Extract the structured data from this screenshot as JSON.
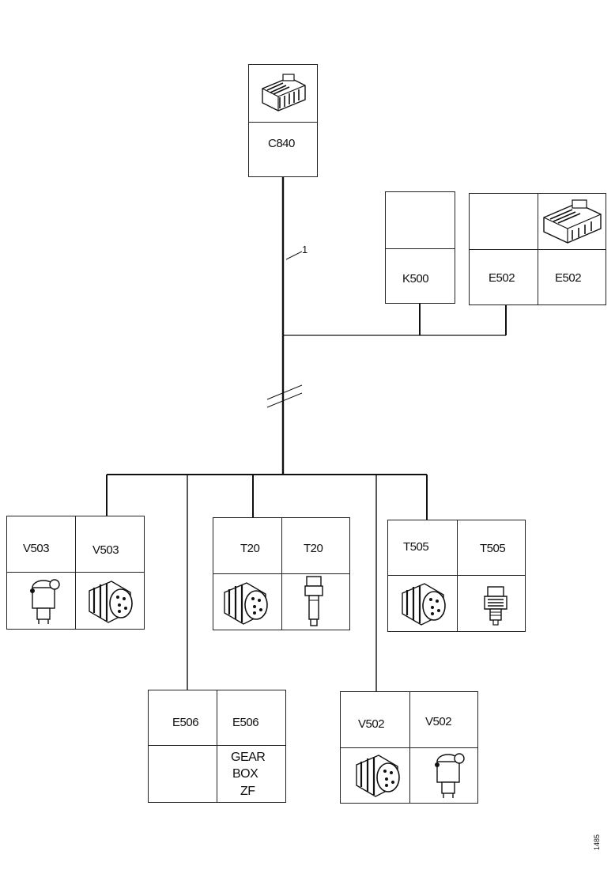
{
  "wiring": {
    "callout": "1"
  },
  "top_connector": {
    "label": "C840",
    "icon": "connector-block-icon"
  },
  "k500": {
    "label": "K500"
  },
  "e502": {
    "label_left": "E502",
    "label_right": "E502",
    "icon": "connector-block-icon"
  },
  "v503": {
    "label_left": "V503",
    "label_right": "V503",
    "icon_left": "solenoid-valve-icon",
    "icon_right": "round-connector-icon"
  },
  "t20": {
    "label_left": "T20",
    "label_right": "T20",
    "icon_left": "round-connector-icon",
    "icon_right": "sensor-probe-icon"
  },
  "t505": {
    "label_left": "T505",
    "label_right": "T505",
    "icon_left": "round-connector-icon",
    "icon_right": "pressure-sensor-icon"
  },
  "e506": {
    "label_left": "E506",
    "label_right": "E506",
    "text_line1": "GEAR",
    "text_line2": "BOX",
    "text_line3": "ZF"
  },
  "v502": {
    "label_left": "V502",
    "label_right": "V502",
    "icon_left": "round-connector-icon",
    "icon_right": "solenoid-valve-icon"
  },
  "figure_id": "1485"
}
